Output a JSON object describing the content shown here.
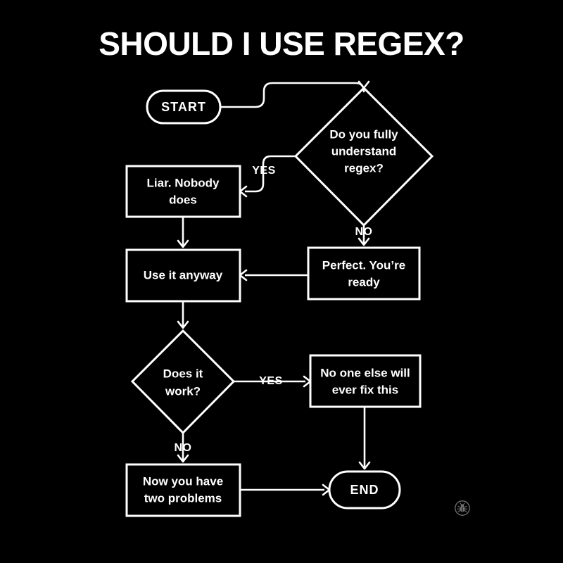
{
  "poster": {
    "title": "SHOULD I USE REGEX?",
    "background_color": "#000000",
    "ink_color": "#ffffff",
    "watermark_icon": "bug-in-circle-icon"
  },
  "chart_data": {
    "type": "diagram",
    "diagram_kind": "flowchart",
    "title": "SHOULD I USE REGEX?",
    "orientation": "top-down",
    "nodes": [
      {
        "id": "start",
        "shape": "terminator",
        "text": "START"
      },
      {
        "id": "understand",
        "shape": "decision",
        "text_lines": [
          "Do you fully",
          "understand",
          "regex?"
        ]
      },
      {
        "id": "liar",
        "shape": "process",
        "text_lines": [
          "Liar. Nobody",
          "does"
        ]
      },
      {
        "id": "perfect",
        "shape": "process",
        "text_lines": [
          "Perfect. You’re",
          "ready"
        ]
      },
      {
        "id": "use_anyway",
        "shape": "process",
        "text_lines": [
          "Use it anyway"
        ]
      },
      {
        "id": "does_it_work",
        "shape": "decision",
        "text_lines": [
          "Does it",
          "work?"
        ]
      },
      {
        "id": "no_one_else",
        "shape": "process",
        "text_lines": [
          "No one else will",
          "ever fix this"
        ]
      },
      {
        "id": "two_problems",
        "shape": "process",
        "text_lines": [
          "Now you have",
          "two problems"
        ]
      },
      {
        "id": "end",
        "shape": "terminator",
        "text": "END"
      }
    ],
    "edges": [
      {
        "from": "start",
        "to": "understand",
        "label": ""
      },
      {
        "from": "understand",
        "to": "liar",
        "label": "YES"
      },
      {
        "from": "understand",
        "to": "perfect",
        "label": "NO"
      },
      {
        "from": "liar",
        "to": "use_anyway",
        "label": ""
      },
      {
        "from": "perfect",
        "to": "use_anyway",
        "label": ""
      },
      {
        "from": "use_anyway",
        "to": "does_it_work",
        "label": ""
      },
      {
        "from": "does_it_work",
        "to": "no_one_else",
        "label": "YES"
      },
      {
        "from": "does_it_work",
        "to": "two_problems",
        "label": "NO"
      },
      {
        "from": "no_one_else",
        "to": "end",
        "label": ""
      },
      {
        "from": "two_problems",
        "to": "end",
        "label": ""
      }
    ]
  },
  "nodes": {
    "start": {
      "label": "START"
    },
    "understand": {
      "line1": "Do you fully",
      "line2": "understand",
      "line3": "regex?"
    },
    "liar": {
      "line1": "Liar. Nobody",
      "line2": "does"
    },
    "perfect": {
      "line1": "Perfect. You’re",
      "line2": "ready"
    },
    "use_anyway": {
      "line1": "Use it anyway"
    },
    "does_it_work": {
      "line1": "Does it",
      "line2": "work?"
    },
    "no_one_else": {
      "line1": "No one else will",
      "line2": "ever fix this"
    },
    "two_problems": {
      "line1": "Now you have",
      "line2": "two problems"
    },
    "end": {
      "label": "END"
    }
  },
  "edge_labels": {
    "understand_yes": "YES",
    "understand_no": "NO",
    "work_yes": "YES",
    "work_no": "NO"
  }
}
